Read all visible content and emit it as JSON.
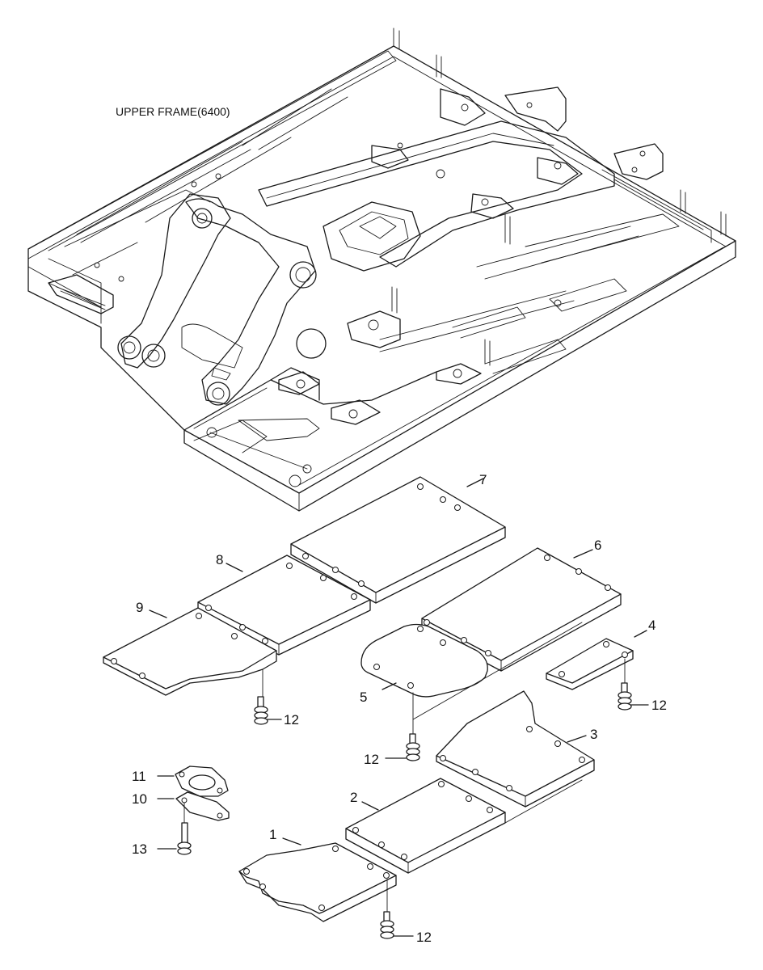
{
  "title": "UPPER FRAME(6400)",
  "labels": {
    "p1": "1",
    "p2": "2",
    "p3": "3",
    "p4": "4",
    "p5": "5",
    "p6": "6",
    "p7": "7",
    "p8": "8",
    "p9": "9",
    "p10": "10",
    "p11": "11",
    "p13": "13",
    "p12a": "12",
    "p12b": "12",
    "p12c": "12",
    "p12d": "12"
  }
}
